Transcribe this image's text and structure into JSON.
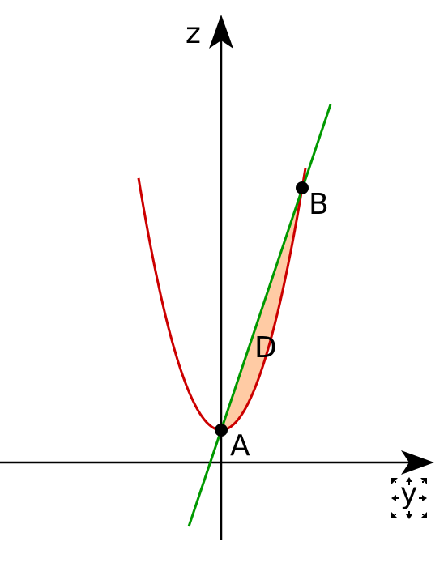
{
  "diagram": {
    "axes": {
      "horizontal_label": "y",
      "vertical_label": "z"
    },
    "points": [
      {
        "id": "A",
        "label": "A"
      },
      {
        "id": "B",
        "label": "B"
      }
    ],
    "region": {
      "label": "D"
    },
    "colors": {
      "parabola": "#cc0000",
      "line": "#009900",
      "region_fill": "#ffcba4",
      "axes": "#000000",
      "points": "#000000"
    },
    "icons": [
      "move-handle-icon"
    ]
  }
}
